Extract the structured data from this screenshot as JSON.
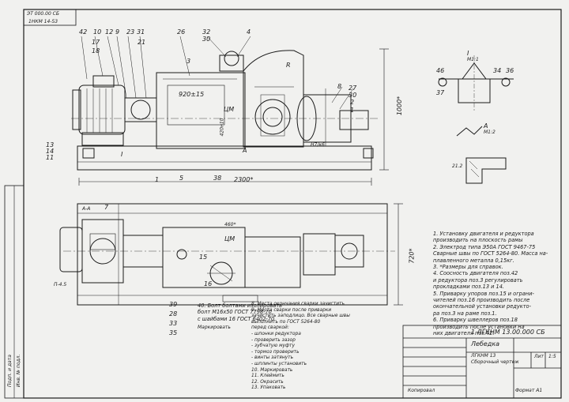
{
  "corner_stamp": {
    "code": "ЭТ 000.00 СБ",
    "subcode": "1НКМ 14-53"
  },
  "left_stamp": {
    "a": "Подп. и дата",
    "b": "Инв. № подл."
  },
  "front_callouts": [
    "42",
    "10",
    "12",
    "9",
    "23",
    "31",
    "17",
    "18",
    "21",
    "26",
    "32",
    "30",
    "4",
    "3",
    "8",
    "27",
    "30",
    "2",
    "1",
    "13",
    "14",
    "11",
    "1",
    "5",
    "38"
  ],
  "front_labels": {
    "section_I": "I",
    "dim_920": "920±15",
    "cm": "ЦМ",
    "dim_r": "R",
    "dim_height": "1000*",
    "dim_2300": "2300*",
    "fit": "Н7/к6",
    "section_A": "А",
    "dim_vertical": "420н10"
  },
  "plan_labels": {
    "c0": "7",
    "a1": "А-А",
    "t1": "П-4.5",
    "cm": "ЦМ",
    "d460": "460*",
    "d720": "720*",
    "box": "",
    "c1": "15",
    "c2": "16",
    "items": [
      "39",
      "28",
      "33",
      "35"
    ]
  },
  "notes_center": [
    "40. Болт болтами изолировать",
    "болт М16x50 ГОСТ 7798-70",
    "с шайбами 16 ГОСТ 6402-70",
    "Маркировать"
  ],
  "notes_weld": [
    "8. Места окончания сварки зачистить",
    "9. Места сварки после приварки",
    "зачистить заподлицо. Все сварные швы",
    "выполнить по ГОСТ 5264-80",
    "перед сваркой:",
    "- шпонки редуктора",
    "- проверить зазор",
    "- зубчатую муфту",
    "- тормоз проверить",
    "- винты затянуть",
    "- шплинты установить",
    "10. Маркировать",
    "11. Клеймить",
    "12. Окрасить",
    "13. Упаковать"
  ],
  "section": {
    "title": "I",
    "scale": "М1:1",
    "c0": "46",
    "c1": "34",
    "c2": "36",
    "c3": "37",
    "view_a": "А",
    "view_a_scale": "М1:2",
    "weld": "21.2"
  },
  "requirements": [
    "1. Установку двигателя и редуктора",
    "производить на плоскость рамы",
    "2. Электрод типа Э50А ГОСТ 9467-75",
    "Сварные швы по ГОСТ 5264-80. Масса на-",
    "плавленного металла 0,15кг.",
    "3. *Размеры для справок.",
    "4. Соосность двигателя поз.42",
    "и редуктора поз.3 регулировать",
    "прокладками поз.13 и 14.",
    "5. Приварку упоров поз.15 и ограни-",
    "чителей поз.16 производить после",
    "окончательной установки редукто-",
    "ра поз.3 на раме поз.1.",
    "6. Приварку швеллеров поз.18",
    "производить после установки на",
    "них двигателя поз.42."
  ],
  "title_block": {
    "doc_code": "1 ЛГКНМ 13.00.000 СБ",
    "name": "Лебедка",
    "code": "ЛГКНМ 13",
    "type": "Сборочный чертеж",
    "letter": "Лит",
    "scale": "1:5",
    "copied": "Копировал",
    "format": "Формат А1"
  }
}
